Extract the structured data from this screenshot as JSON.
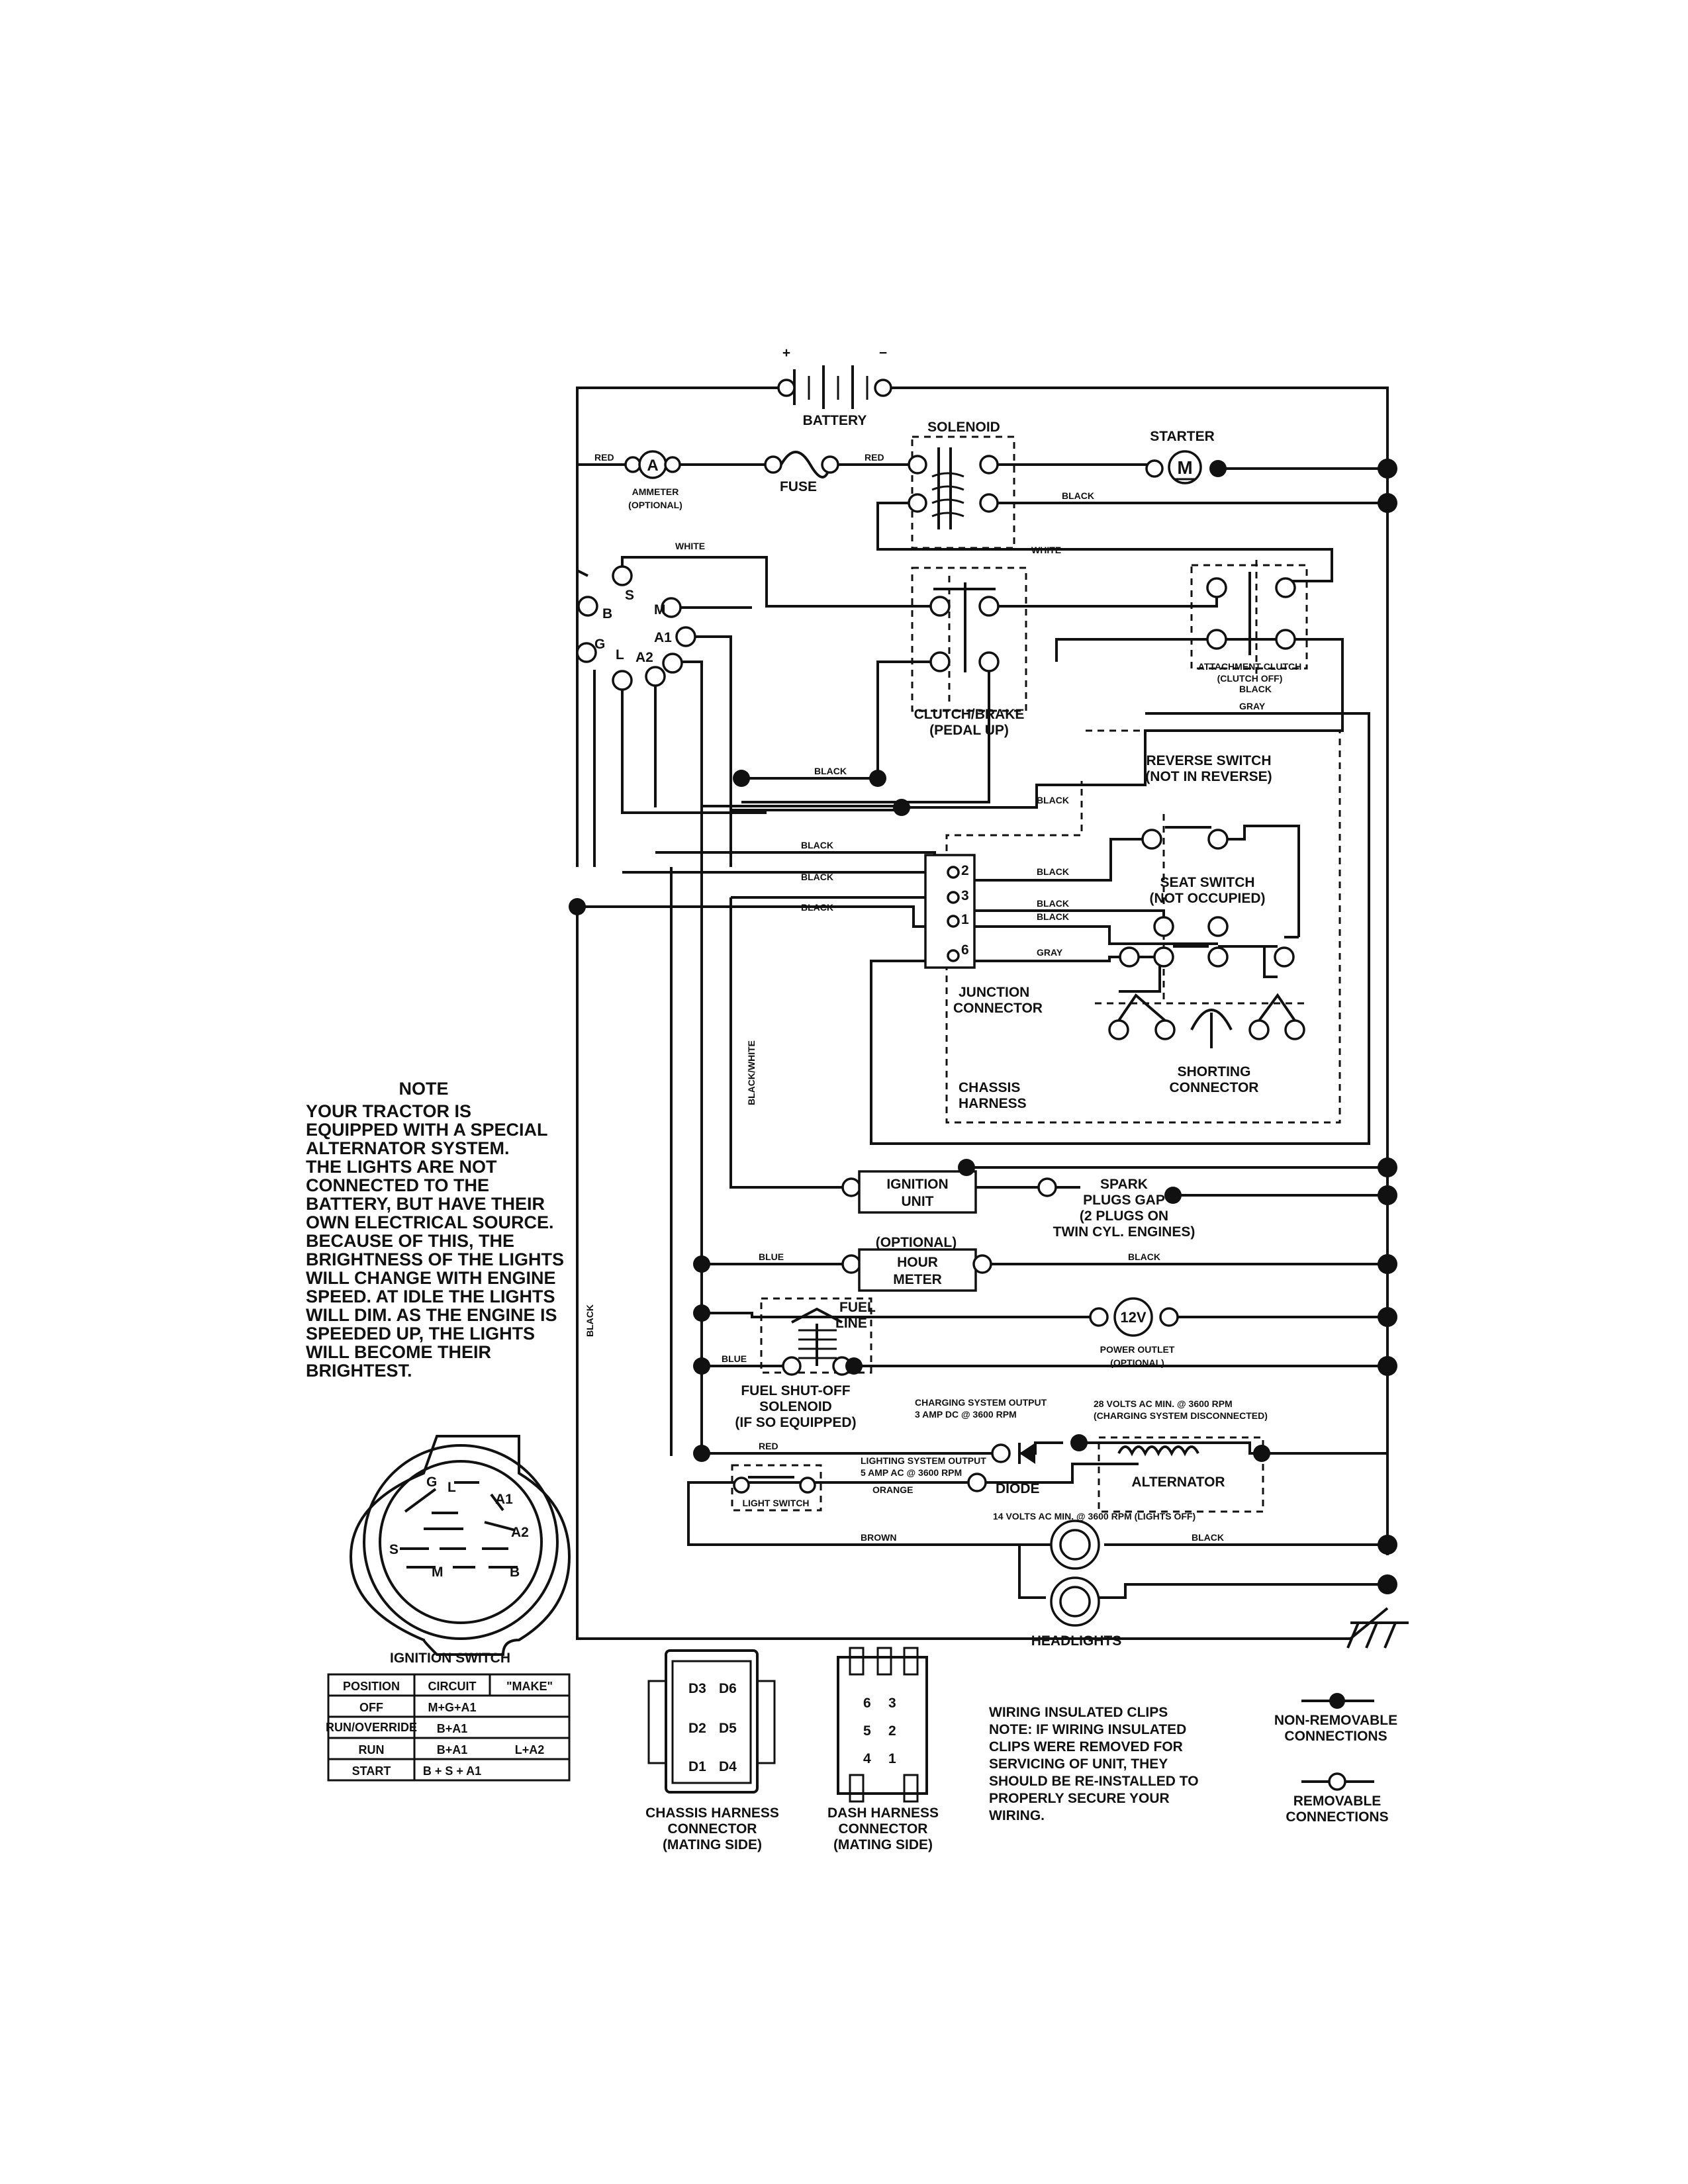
{
  "components": {
    "battery": "BATTERY",
    "battery_plus": "+",
    "battery_minus": "−",
    "solenoid": "SOLENOID",
    "starter": "STARTER",
    "starter_symbol": "M",
    "ammeter_symbol": "A",
    "ammeter": [
      "AMMETER",
      "(OPTIONAL)"
    ],
    "fuse": "FUSE",
    "clutch_brake": [
      "CLUTCH/BRAKE",
      "(PEDAL UP)"
    ],
    "attachment_clutch": [
      "ATTACHMENT CLUTCH",
      "(CLUTCH OFF)"
    ],
    "reverse_switch": [
      "REVERSE SWITCH",
      "(NOT IN REVERSE)"
    ],
    "seat_switch": [
      "SEAT SWITCH",
      "(NOT OCCUPIED)"
    ],
    "junction_connector": [
      "JUNCTION",
      "CONNECTOR"
    ],
    "shorting_connector": [
      "SHORTING",
      "CONNECTOR"
    ],
    "chassis_harness": [
      "CHASSIS",
      "HARNESS"
    ],
    "ignition_unit": [
      "IGNITION",
      "UNIT"
    ],
    "spark_plugs": [
      "SPARK",
      "PLUGS GAP",
      "(2 PLUGS ON",
      "TWIN CYL. ENGINES)"
    ],
    "hour_meter_optional": "(OPTIONAL)",
    "hour_meter": [
      "HOUR",
      "METER"
    ],
    "fuel_line": [
      "FUEL",
      "LINE"
    ],
    "power_outlet_symbol": "12V",
    "power_outlet": [
      "POWER OUTLET",
      "(OPTIONAL)"
    ],
    "fuel_shutoff": [
      "FUEL SHUT-OFF",
      "SOLENOID",
      "(IF SO EQUIPPED)"
    ],
    "charging_output": [
      "CHARGING SYSTEM OUTPUT",
      "3 AMP DC @ 3600 RPM"
    ],
    "charging_disconnected": [
      "28 VOLTS AC MIN. @ 3600 RPM",
      "(CHARGING SYSTEM DISCONNECTED)"
    ],
    "diode": "DIODE",
    "alternator": "ALTERNATOR",
    "lighting_output": [
      "LIGHTING SYSTEM OUTPUT",
      "5 AMP AC @ 3600 RPM"
    ],
    "light_switch": "LIGHT SWITCH",
    "lights_off_volts": "14 VOLTS AC MIN. @ 3600 RPM (LIGHTS OFF)",
    "headlights": "HEADLIGHTS",
    "ignition_switch": "IGNITION SWITCH",
    "junction_pins": [
      "2",
      "3",
      "1",
      "6"
    ],
    "switch_terminals": [
      "B",
      "S",
      "M",
      "A1",
      "A2",
      "L",
      "G"
    ]
  },
  "wire_labels": {
    "red_left": "RED",
    "red_right": "RED",
    "black_solenoid": "BLACK",
    "white_top": "WHITE",
    "white_right": "WHITE",
    "black_attach": "BLACK",
    "gray_attach": "GRAY",
    "black_clutch": "BLACK",
    "black_reverse": "BLACK",
    "black_a": "BLACK",
    "black_b": "BLACK",
    "black_c": "BLACK",
    "black_pin2": "BLACK",
    "black_pin3": "BLACK",
    "black_pin1": "BLACK",
    "gray_pin6": "GRAY",
    "black_white": "BLACK/WHITE",
    "black_vertical": "BLACK",
    "blue_hour": "BLUE",
    "black_hour": "BLACK",
    "blue_fuel": "BLUE",
    "red_charge": "RED",
    "orange": "ORANGE",
    "brown": "BROWN",
    "black_head": "BLACK"
  },
  "note": {
    "title": "NOTE",
    "lines": [
      "YOUR TRACTOR IS",
      "EQUIPPED WITH A SPECIAL",
      "ALTERNATOR SYSTEM.",
      "THE LIGHTS ARE NOT",
      "CONNECTED TO THE",
      "BATTERY, BUT HAVE THEIR",
      "OWN ELECTRICAL SOURCE.",
      "BECAUSE OF THIS, THE",
      "BRIGHTNESS OF THE LIGHTS",
      "WILL CHANGE WITH ENGINE",
      "SPEED.  AT IDLE THE LIGHTS",
      "WILL DIM.  AS THE ENGINE IS",
      "SPEEDED UP, THE LIGHTS",
      "WILL BECOME THEIR",
      "BRIGHTEST."
    ]
  },
  "ignition_table": {
    "headers": [
      "POSITION",
      "CIRCUIT",
      "\"MAKE\""
    ],
    "rows": [
      [
        "OFF",
        "M+G+A1",
        ""
      ],
      [
        "RUN/OVERRIDE",
        "B+A1",
        ""
      ],
      [
        "RUN",
        "B+A1",
        "L+A2"
      ],
      [
        "START",
        "B + S + A1",
        ""
      ]
    ]
  },
  "connectors": {
    "chassis": [
      "CHASSIS HARNESS",
      "CONNECTOR",
      "(MATING SIDE)"
    ],
    "chassis_pins": [
      "D3",
      "D6",
      "D2",
      "D5",
      "D1",
      "D4"
    ],
    "dash": [
      "DASH HARNESS",
      "CONNECTOR",
      "(MATING SIDE)"
    ],
    "dash_pins": [
      "6",
      "3",
      "5",
      "2",
      "4",
      "1"
    ]
  },
  "bottom_note": [
    "WIRING INSULATED CLIPS",
    "NOTE: IF WIRING INSULATED",
    "CLIPS WERE REMOVED FOR",
    "SERVICING OF UNIT, THEY",
    "SHOULD BE RE-INSTALLED TO",
    "PROPERLY SECURE YOUR",
    "WIRING."
  ],
  "legend": {
    "non_removable": [
      "NON-REMOVABLE",
      "CONNECTIONS"
    ],
    "removable": [
      "REMOVABLE",
      "CONNECTIONS"
    ]
  }
}
